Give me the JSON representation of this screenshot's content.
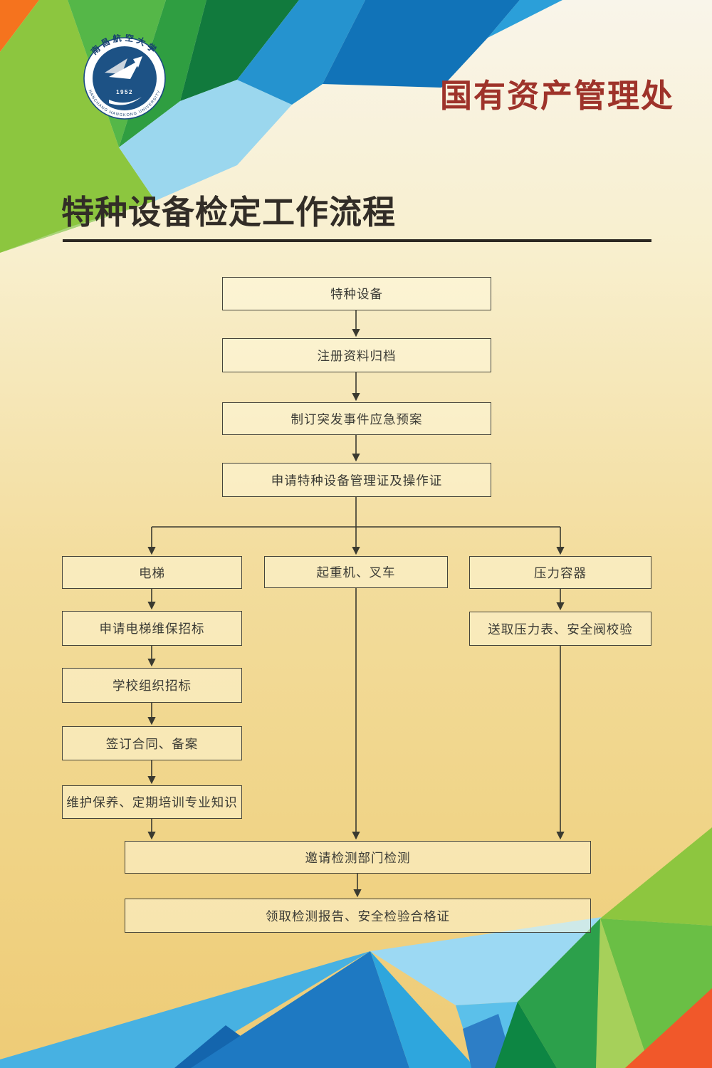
{
  "header": {
    "department": "国有资产管理处"
  },
  "logo": {
    "year": "1952",
    "name_zh": "南昌航空大学",
    "name_en": "NANCHANG HANGKONG UNIVERSITY"
  },
  "title": "特种设备检定工作流程",
  "flowchart": {
    "nodes": [
      {
        "id": "special-equipment",
        "label": "特种设备"
      },
      {
        "id": "registration-archiving",
        "label": "注册资料归档"
      },
      {
        "id": "emergency-plan",
        "label": "制订突发事件应急预案"
      },
      {
        "id": "apply-certificates",
        "label": "申请特种设备管理证及操作证"
      },
      {
        "id": "elevator",
        "label": "电梯"
      },
      {
        "id": "crane-forklift",
        "label": "起重机、叉车"
      },
      {
        "id": "pressure-vessel",
        "label": "压力容器"
      },
      {
        "id": "elevator-maintenance-bidding",
        "label": "申请电梯维保招标"
      },
      {
        "id": "school-bidding",
        "label": "学校组织招标"
      },
      {
        "id": "sign-contract-filing",
        "label": "签订合同、备案"
      },
      {
        "id": "maintenance-training",
        "label": "维护保养、定期培训专业知识"
      },
      {
        "id": "pressure-gauge-valve-calibration",
        "label": "送取压力表、安全阀校验"
      },
      {
        "id": "invite-inspection",
        "label": "邀请检测部门检测"
      },
      {
        "id": "receive-report-certificate",
        "label": "领取检测报告、安全检验合格证"
      }
    ]
  },
  "colors": {
    "department_title": "#9e332a",
    "poster_title": "#322d27",
    "box_border": "#45443a",
    "connector_line": "#3a3a30",
    "accent_orange": "#f5731e",
    "accent_light_green": "#8cc63f",
    "accent_dark_green": "#117a3d",
    "accent_blue": "#1173b8",
    "accent_sky_blue": "#47b1e2",
    "corner_red": "#f1582a",
    "logo_navy": "#1d5285",
    "background_top": "#f9f5ea",
    "background_bottom": "#eecb76"
  }
}
